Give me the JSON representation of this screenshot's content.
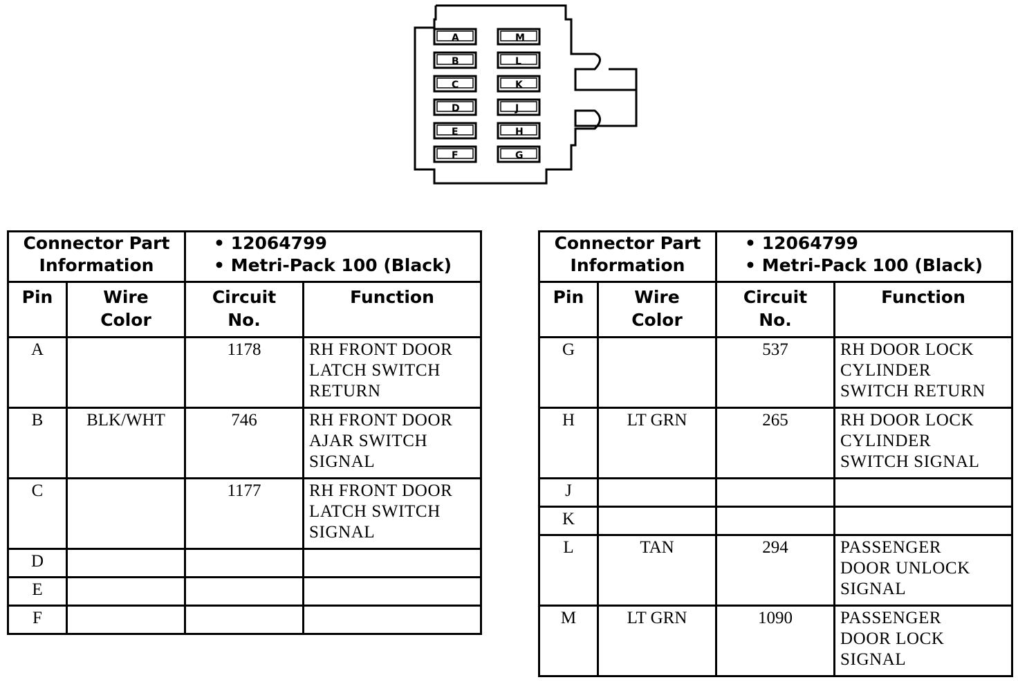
{
  "connector": {
    "left_pins": [
      "A",
      "B",
      "C",
      "D",
      "E",
      "F"
    ],
    "right_pins": [
      "M",
      "L",
      "K",
      "J",
      "H",
      "G"
    ]
  },
  "tables": [
    {
      "part_info_label": "Connector Part\nInformation",
      "part_number": "12064799",
      "part_type": "Metri-Pack 100 (Black)",
      "headers": {
        "pin": "Pin",
        "wire_color": "Wire\nColor",
        "circuit": "Circuit\nNo.",
        "function": "Function"
      },
      "rows": [
        {
          "pin": "A",
          "wire_color": "",
          "circuit": "1178",
          "function": "RH FRONT DOOR\nLATCH SWITCH\nRETURN"
        },
        {
          "pin": "B",
          "wire_color": "BLK/WHT",
          "circuit": "746",
          "function": "RH FRONT DOOR\nAJAR SWITCH\nSIGNAL"
        },
        {
          "pin": "C",
          "wire_color": "",
          "circuit": "1177",
          "function": "RH FRONT DOOR\nLATCH SWITCH\nSIGNAL"
        },
        {
          "pin": "D",
          "wire_color": "",
          "circuit": "",
          "function": ""
        },
        {
          "pin": "E",
          "wire_color": "",
          "circuit": "",
          "function": ""
        },
        {
          "pin": "F",
          "wire_color": "",
          "circuit": "",
          "function": ""
        }
      ]
    },
    {
      "part_info_label": "Connector Part\nInformation",
      "part_number": "12064799",
      "part_type": "Metri-Pack 100 (Black)",
      "headers": {
        "pin": "Pin",
        "wire_color": "Wire\nColor",
        "circuit": "Circuit\nNo.",
        "function": "Function"
      },
      "rows": [
        {
          "pin": "G",
          "wire_color": "",
          "circuit": "537",
          "function": "RH DOOR LOCK\nCYLINDER\nSWITCH RETURN"
        },
        {
          "pin": "H",
          "wire_color": "LT GRN",
          "circuit": "265",
          "function": "RH DOOR LOCK\nCYLINDER\nSWITCH SIGNAL"
        },
        {
          "pin": "J",
          "wire_color": "",
          "circuit": "",
          "function": ""
        },
        {
          "pin": "K",
          "wire_color": "",
          "circuit": "",
          "function": ""
        },
        {
          "pin": "L",
          "wire_color": "TAN",
          "circuit": "294",
          "function": "PASSENGER\nDOOR UNLOCK\nSIGNAL"
        },
        {
          "pin": "M",
          "wire_color": "LT GRN",
          "circuit": "1090",
          "function": "PASSENGER\nDOOR LOCK\nSIGNAL"
        }
      ]
    }
  ]
}
